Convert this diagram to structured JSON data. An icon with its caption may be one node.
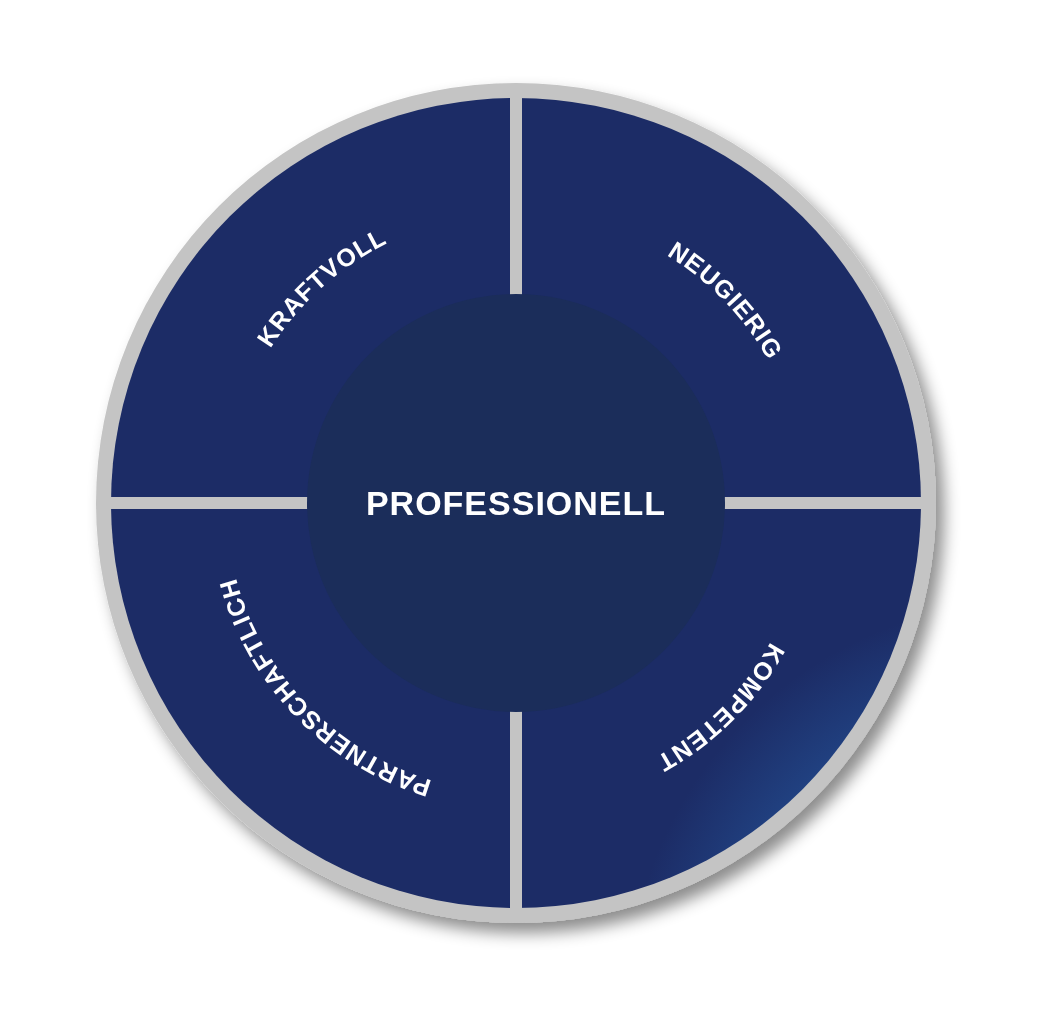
{
  "diagram": {
    "nodes": [
      {
        "text": [
          "KRAFTVOLL"
        ]
      },
      {
        "text": [
          "NEUGIERIG"
        ]
      },
      {
        "text": [
          "PROFESSIONELL"
        ]
      },
      {
        "text": [
          "PARTNERSCHAFTLICH"
        ]
      },
      {
        "text": [
          "KOMPETENT"
        ]
      }
    ]
  }
}
